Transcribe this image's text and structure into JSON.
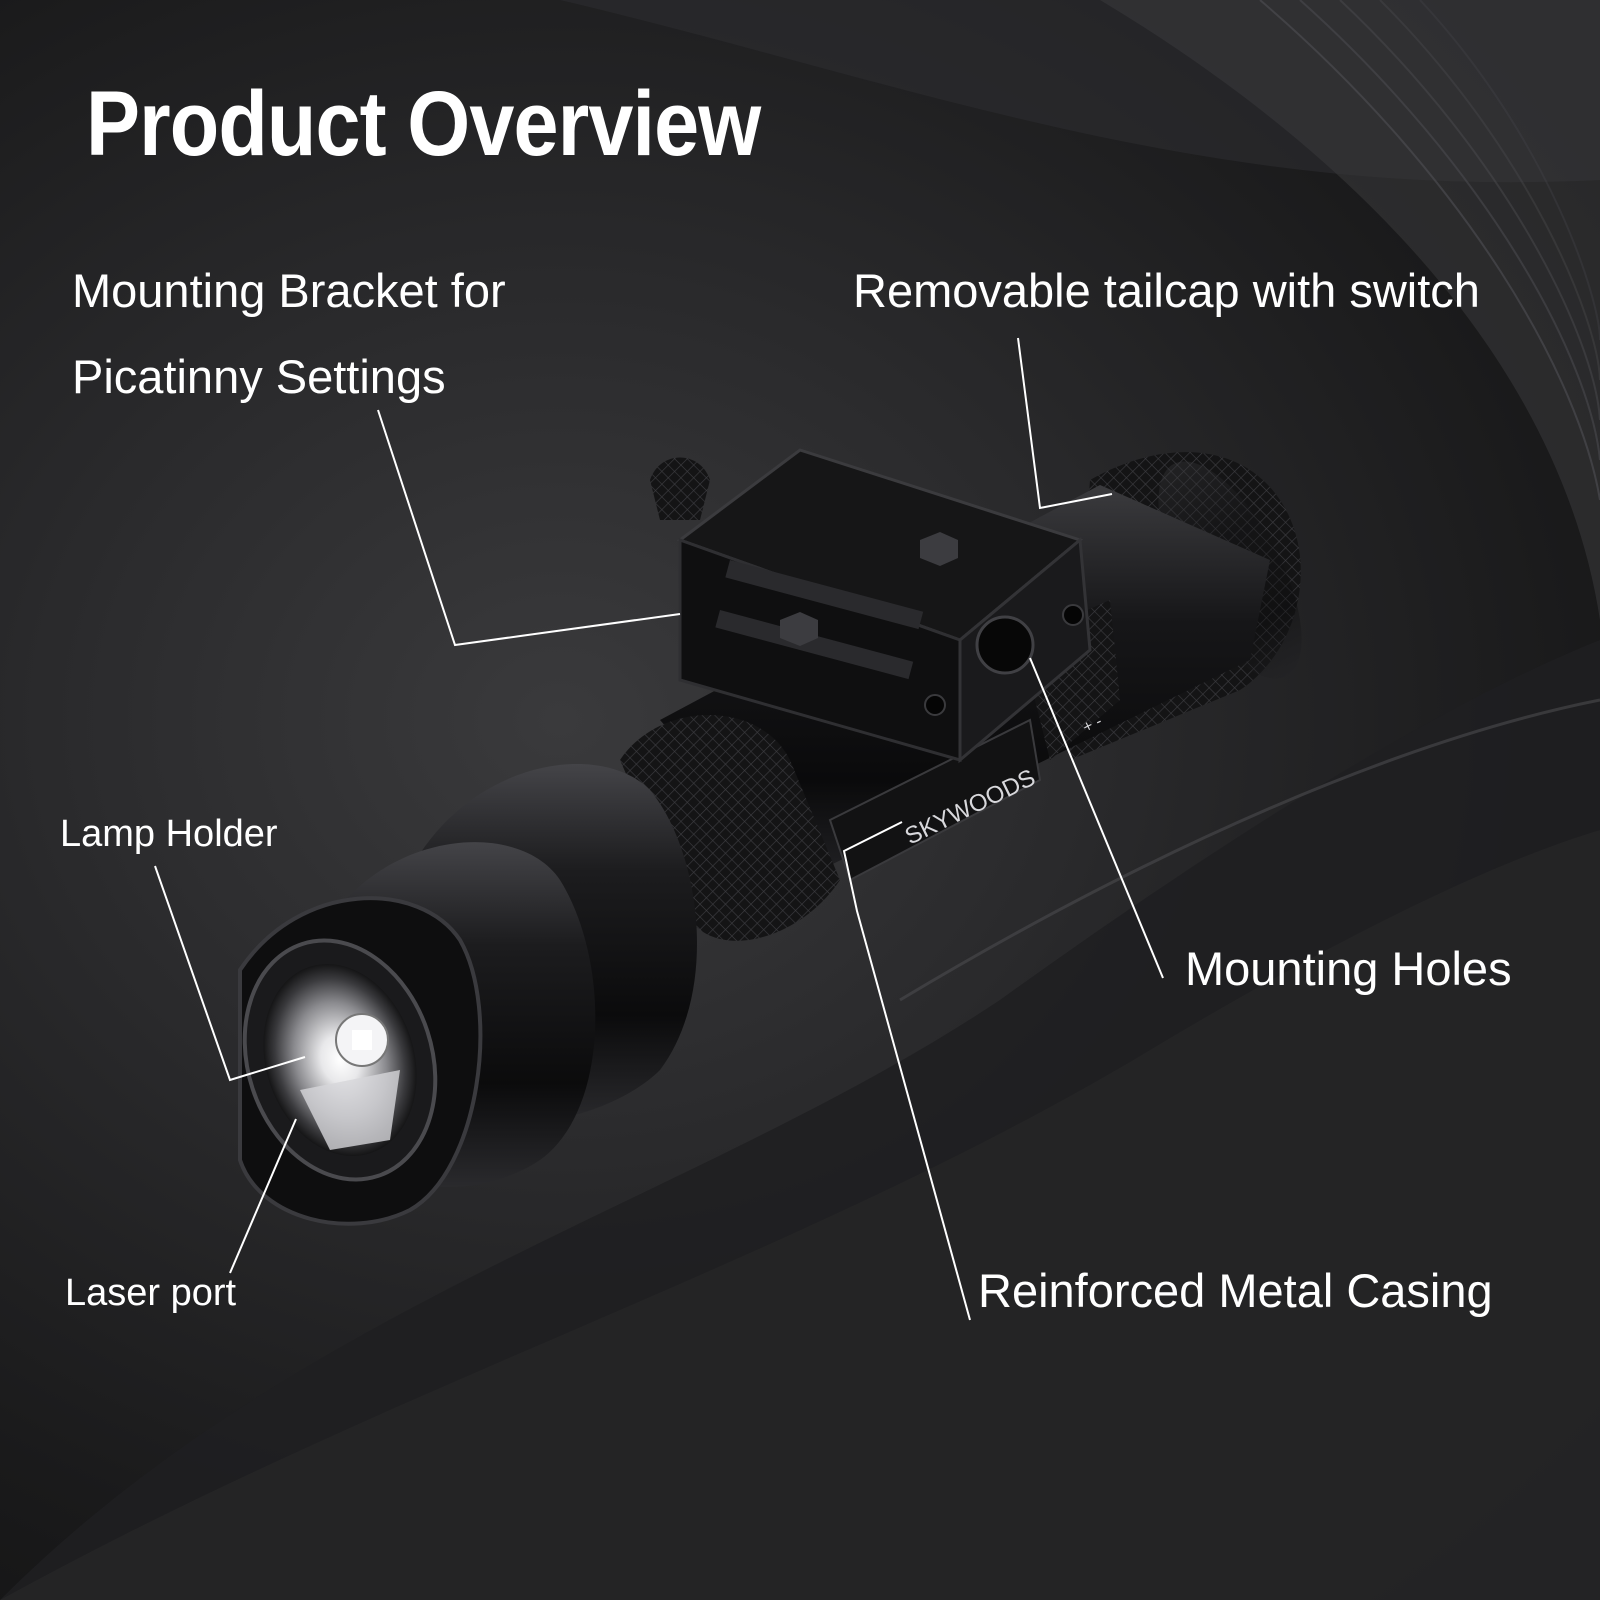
{
  "title": "Product Overview",
  "brand": "SKYWOODS",
  "battery_symbol": "+ -",
  "callouts": {
    "mounting_bracket_line1": "Mounting Bracket for",
    "mounting_bracket_line2": "Picatinny Settings",
    "tailcap": "Removable tailcap with switch",
    "lamp_holder": "Lamp Holder",
    "mounting_holes": "Mounting Holes",
    "laser_port": "Laser port",
    "casing": "Reinforced Metal Casing"
  },
  "colors": {
    "background": "#1a1a1b",
    "text": "#ffffff",
    "body_metal": "#0e0e0f",
    "highlight": "#4a4a4e"
  }
}
